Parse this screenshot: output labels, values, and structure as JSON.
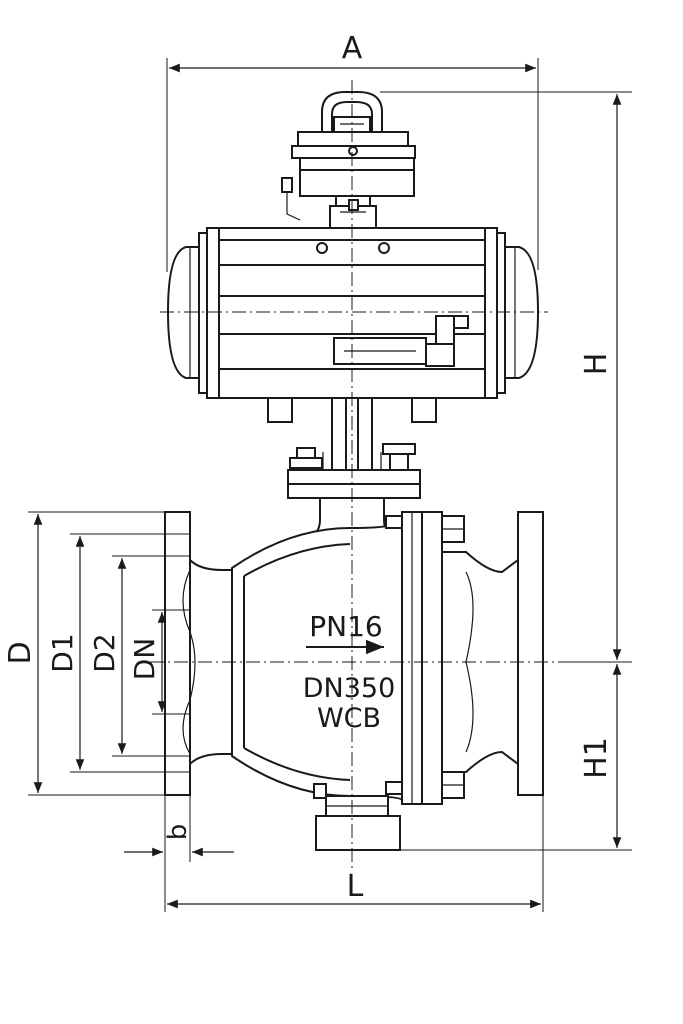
{
  "dimensions": {
    "A": "A",
    "H": "H",
    "H1": "H1",
    "D": "D",
    "D1": "D1",
    "D2": "D2",
    "DN": "DN",
    "b": "b",
    "L": "L"
  },
  "body_markings": {
    "pressure": "PN16",
    "size": "DN350",
    "material": "WCB"
  }
}
